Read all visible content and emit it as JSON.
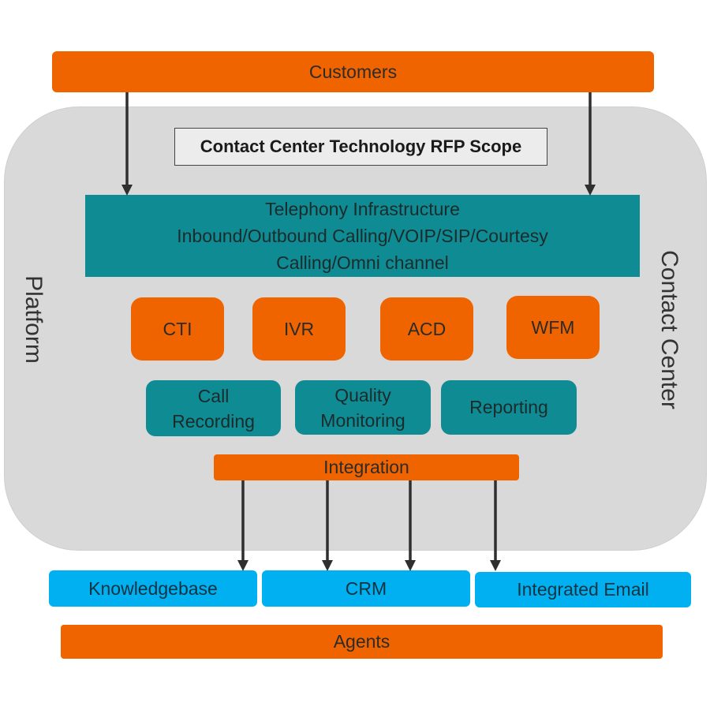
{
  "top_bar": {
    "label": "Customers"
  },
  "scope": {
    "title": "Contact Center Technology RFP Scope"
  },
  "side_labels": {
    "left": "Platform",
    "right": "Contact Center"
  },
  "telephony": {
    "line1": "Telephony Infrastructure",
    "line2": "Inbound/Outbound Calling/VOIP/SIP/Courtesy",
    "line3": "Calling/Omni channel"
  },
  "modules": [
    "CTI",
    "IVR",
    "ACD",
    "WFM"
  ],
  "services": {
    "call_recording": {
      "line1": "Call",
      "line2": "Recording"
    },
    "quality_monitoring": {
      "line1": "Quality",
      "line2": "Monitoring"
    },
    "reporting": "Reporting"
  },
  "integration": {
    "label": "Integration"
  },
  "systems": [
    "Knowledgebase",
    "CRM",
    "Integrated Email"
  ],
  "bottom_bar": {
    "label": "Agents"
  },
  "colors": {
    "orange": "#f06400",
    "teal": "#0e8b93",
    "blue": "#00b0f0",
    "container": "#d9d9d9"
  }
}
